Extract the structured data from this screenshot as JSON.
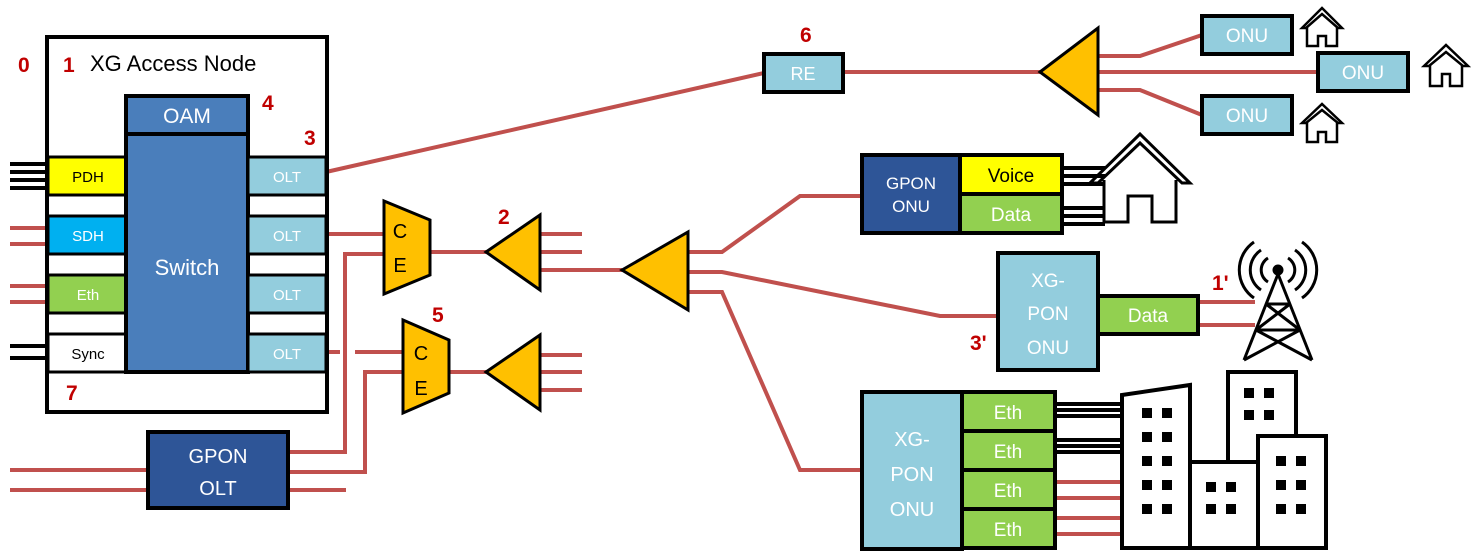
{
  "title": "XG Access Node",
  "colors": {
    "fiber": "#c0504d",
    "box_dark": "#2e5597",
    "box_mid": "#4a7ebb",
    "box_light": "#93cddd",
    "yellow": "#ffff00",
    "cyan": "#00b0f0",
    "green": "#92d050",
    "orange": "#ffc000",
    "label_red": "#c00000"
  },
  "access_node": {
    "title": "XG Access Node",
    "oam": "OAM",
    "switch": "Switch",
    "interfaces": [
      "PDH",
      "SDH",
      "Eth",
      "Sync"
    ],
    "olts": [
      "OLT",
      "OLT",
      "OLT",
      "OLT"
    ]
  },
  "ce_units": [
    {
      "top": "C",
      "bottom": "E"
    },
    {
      "top": "C",
      "bottom": "E"
    }
  ],
  "re": "RE",
  "onus_top": [
    "ONU",
    "ONU",
    "ONU"
  ],
  "gpon_onu": {
    "label_line1": "GPON",
    "label_line2": "ONU",
    "ports": [
      "Voice",
      "Data"
    ]
  },
  "xgpon_onu_mid": {
    "label_lines": [
      "XG-",
      "PON",
      "ONU"
    ],
    "ports": [
      "Data"
    ]
  },
  "xgpon_onu_bottom": {
    "label_lines": [
      "XG-",
      "PON",
      "ONU"
    ],
    "ports": [
      "Eth",
      "Eth",
      "Eth",
      "Eth"
    ]
  },
  "gpon_olt": {
    "label_line1": "GPON",
    "label_line2": "OLT"
  },
  "markers": {
    "m0": "0",
    "m1": "1",
    "m2": "2",
    "m3": "3",
    "m4": "4",
    "m5": "5",
    "m6": "6",
    "m7": "7",
    "m1p": "1'",
    "m3p": "3'"
  }
}
